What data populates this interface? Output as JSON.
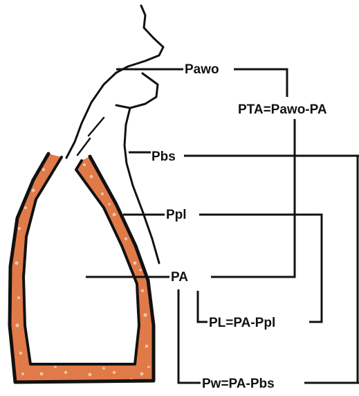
{
  "labels": {
    "pawo": "Pawo",
    "pta": "PTA=Pawo-PA",
    "pbs": "Pbs",
    "ppl": "Ppl",
    "pa": "PA",
    "pl": "PL=PA-Ppl",
    "pw": "Pw=PA-Pbs"
  },
  "colors": {
    "lung_tissue": "#e07a48",
    "tissue_speckle": "#f2d4c2",
    "ink": "#111111",
    "background": "#ffffff"
  }
}
